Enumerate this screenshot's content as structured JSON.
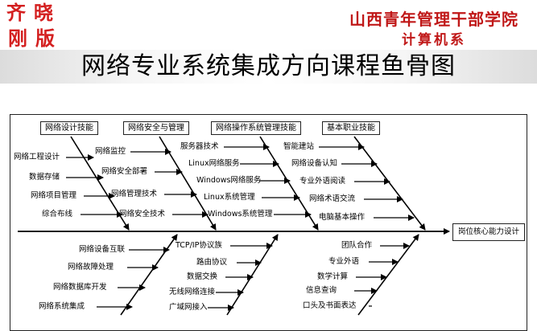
{
  "header": {
    "stamp_chars": [
      "齐",
      "晓",
      "刚",
      "版"
    ],
    "school_name": "山西青年管理干部学院",
    "department": "计算机系"
  },
  "title": "网络专业系统集成方向课程鱼骨图",
  "diagram": {
    "head": "岗位核心能力设计",
    "upper_categories": [
      {
        "label": "网络设计技能",
        "items": [
          "网络工程设计",
          "数据存储",
          "网络项目管理",
          "综合布线"
        ]
      },
      {
        "label": "网络安全与管理",
        "items": [
          "网络监控",
          "网络安全部署",
          "网络管理技术",
          "网络安全技术"
        ]
      },
      {
        "label": "网络操作系统管理技能",
        "items": [
          "服务器技术",
          "Linux网络服务",
          "Windows网络服务",
          "Linux系统管理",
          "Windows系统管理"
        ]
      },
      {
        "label": "基本职业技能",
        "items": [
          "智能建站",
          "网络设备认知",
          "专业外语阅读",
          "网络术语交流",
          "电脑基本操作"
        ]
      }
    ],
    "lower_groups": [
      {
        "items": [
          "网络设备互联",
          "网络故障处理",
          "网络数据库开发",
          "网络系统集成"
        ]
      },
      {
        "items": [
          "TCP/IP协议族",
          "路由协议",
          "数据交换",
          "无线网络连接",
          "广域网接入"
        ]
      },
      {
        "items": [
          "团队合作",
          "专业外语",
          "数学计算",
          "信息查询",
          "口头及书面表达"
        ]
      }
    ]
  }
}
